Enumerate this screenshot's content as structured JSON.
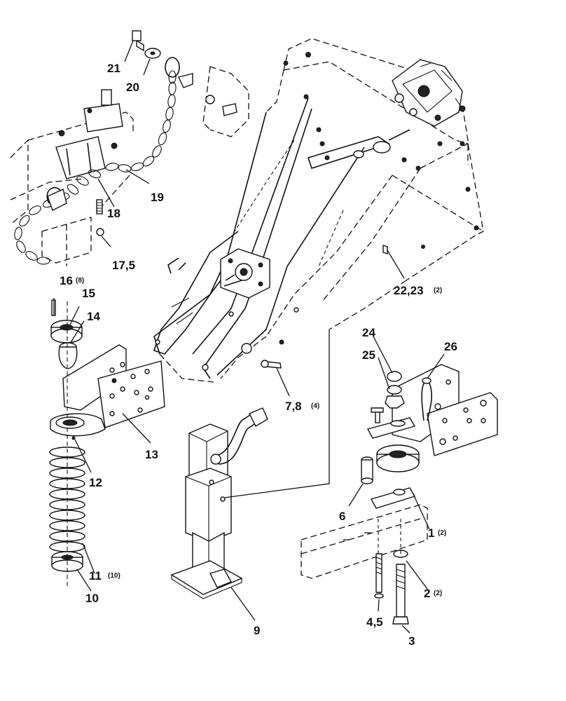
{
  "callouts": [
    {
      "id": "c21",
      "label": "21",
      "qty": ""
    },
    {
      "id": "c20",
      "label": "20",
      "qty": ""
    },
    {
      "id": "c19",
      "label": "19",
      "qty": ""
    },
    {
      "id": "c18",
      "label": "18",
      "qty": ""
    },
    {
      "id": "c17",
      "label": "17,5",
      "qty": ""
    },
    {
      "id": "c16",
      "label": "16",
      "qty": "(8)"
    },
    {
      "id": "c15",
      "label": "15",
      "qty": ""
    },
    {
      "id": "c14",
      "label": "14",
      "qty": ""
    },
    {
      "id": "c13",
      "label": "13",
      "qty": ""
    },
    {
      "id": "c12",
      "label": "12",
      "qty": ""
    },
    {
      "id": "c11",
      "label": "11",
      "qty": "(10)"
    },
    {
      "id": "c10",
      "label": "10",
      "qty": ""
    },
    {
      "id": "c9",
      "label": "9",
      "qty": ""
    },
    {
      "id": "c78",
      "label": "7,8",
      "qty": "(4)"
    },
    {
      "id": "c2223",
      "label": "22,23",
      "qty": "(2)"
    },
    {
      "id": "c24",
      "label": "24",
      "qty": ""
    },
    {
      "id": "c25",
      "label": "25",
      "qty": ""
    },
    {
      "id": "c26",
      "label": "26",
      "qty": ""
    },
    {
      "id": "c6",
      "label": "6",
      "qty": ""
    },
    {
      "id": "c1",
      "label": "1",
      "qty": "(2)"
    },
    {
      "id": "c2",
      "label": "2",
      "qty": "(2)"
    },
    {
      "id": "c45",
      "label": "4,5",
      "qty": ""
    },
    {
      "id": "c3",
      "label": "3",
      "qty": ""
    }
  ]
}
